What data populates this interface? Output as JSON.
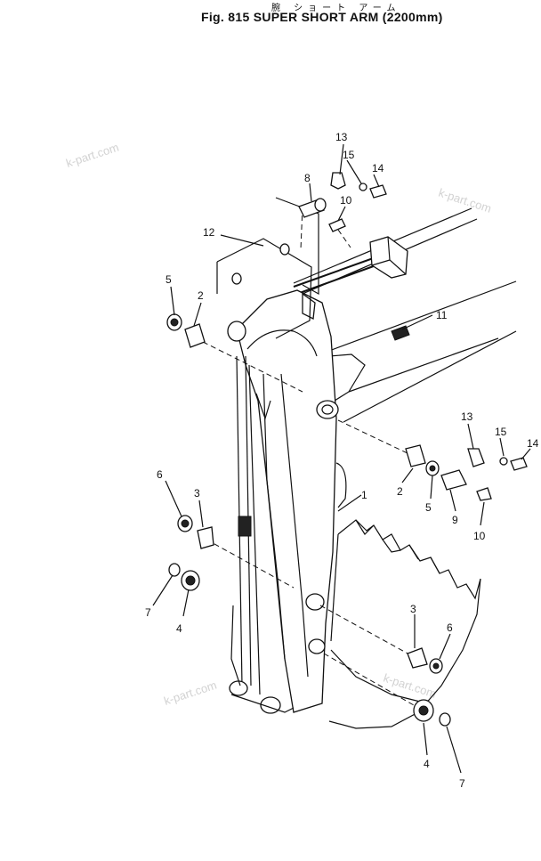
{
  "header": {
    "jp_title": "腕 ショート アーム",
    "fig_title": "Fig. 815  SUPER  SHORT  ARM  (2200mm)"
  },
  "watermarks": [
    "k-part.com",
    "k-part.com",
    "k-part.com",
    "k-part.com"
  ],
  "callouts": [
    {
      "label": "13"
    },
    {
      "label": "15"
    },
    {
      "label": "14"
    },
    {
      "label": "8"
    },
    {
      "label": "10"
    },
    {
      "label": "12"
    },
    {
      "label": "5"
    },
    {
      "label": "2"
    },
    {
      "label": "11"
    },
    {
      "label": "1"
    },
    {
      "label": "6"
    },
    {
      "label": "3"
    },
    {
      "label": "7"
    },
    {
      "label": "4"
    },
    {
      "label": "13"
    },
    {
      "label": "15"
    },
    {
      "label": "14"
    },
    {
      "label": "2"
    },
    {
      "label": "5"
    },
    {
      "label": "9"
    },
    {
      "label": "10"
    },
    {
      "label": "3"
    },
    {
      "label": "6"
    },
    {
      "label": "4"
    },
    {
      "label": "7"
    }
  ]
}
